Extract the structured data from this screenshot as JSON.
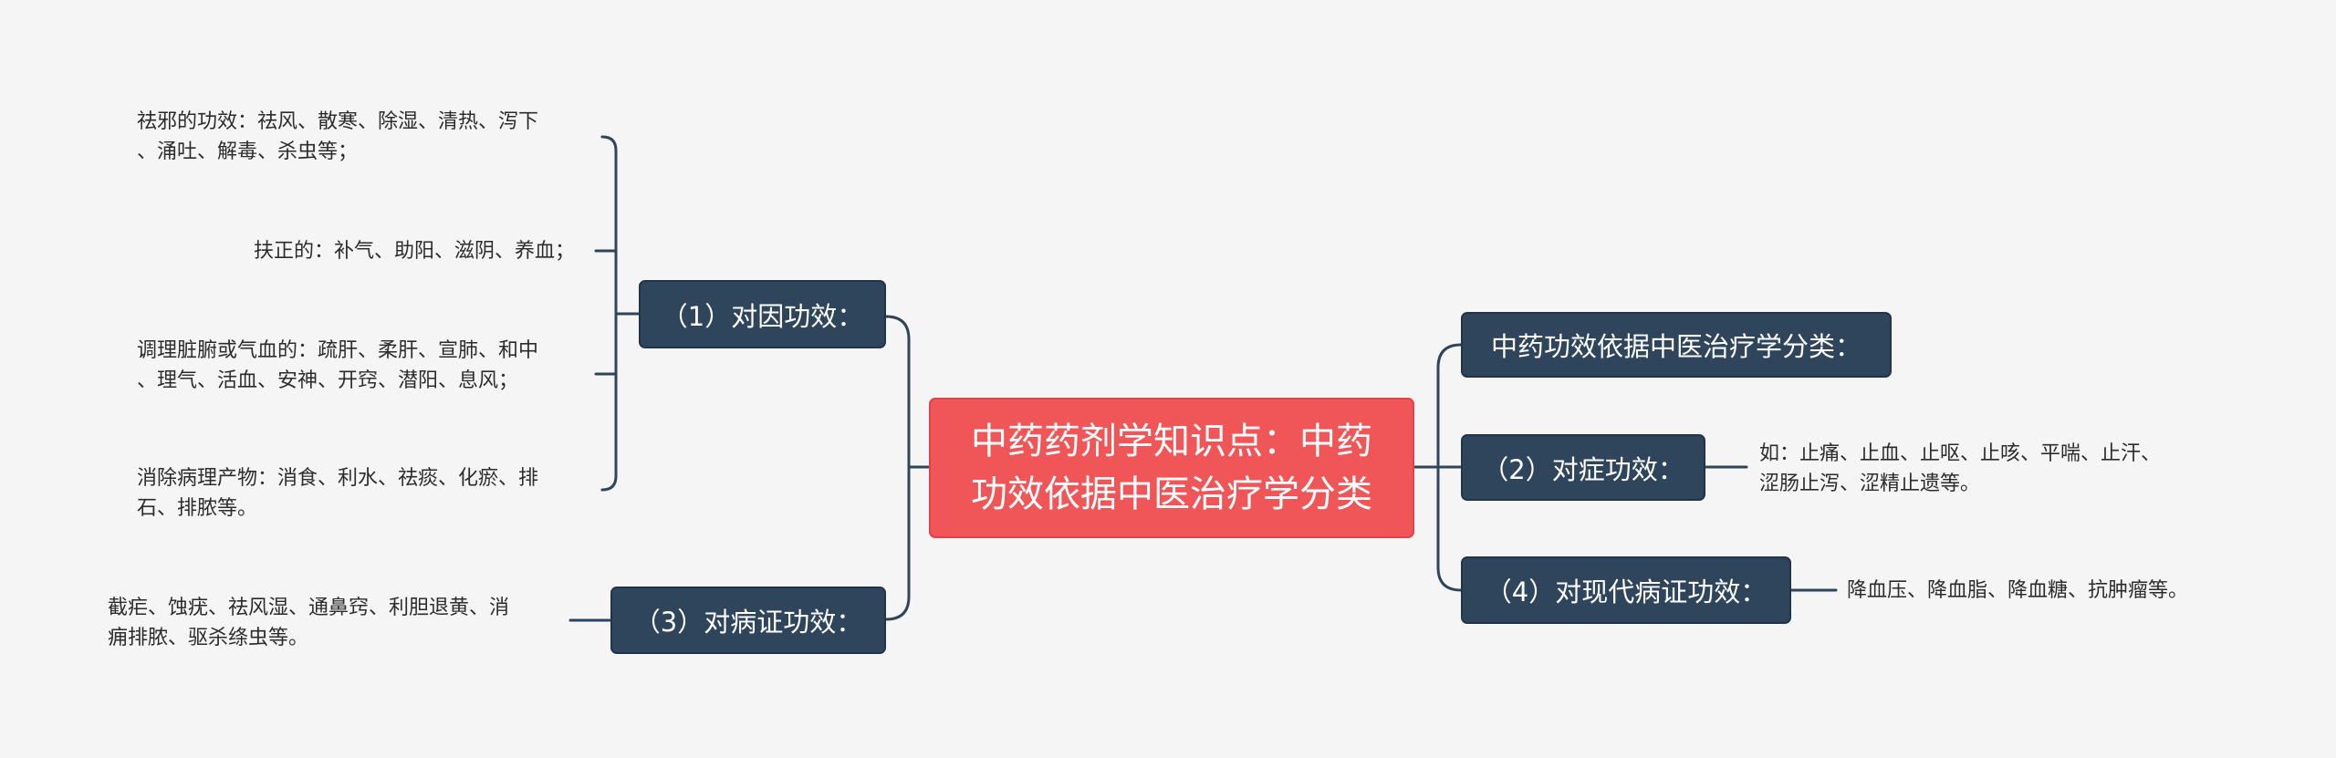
{
  "root": {
    "line1": "中药药剂学知识点：中药",
    "line2": "功效依据中医治疗学分类"
  },
  "branches": {
    "b1": "（1）对因功效：",
    "b3": "（3）对病证功效：",
    "top": "中药功效依据中医治疗学分类：",
    "b2": "（2）对症功效：",
    "b4": "（4）对现代病证功效："
  },
  "leaves": {
    "l1": {
      "line1": "祛邪的功效：祛风、散寒、除湿、清热、泻下",
      "line2": "、涌吐、解毒、杀虫等；"
    },
    "l2": {
      "line1": "扶正的：补气、助阳、滋阴、养血；"
    },
    "l3": {
      "line1": "调理脏腑或气血的：疏肝、柔肝、宣肺、和中",
      "line2": "、理气、活血、安神、开窍、潜阳、息风；"
    },
    "l4": {
      "line1": "消除病理产物：消食、利水、祛痰、化瘀、排",
      "line2": "石、排脓等。"
    },
    "l5": {
      "line1": "截疟、蚀疣、祛风湿、通鼻窍、利胆退黄、消",
      "line2": "痈排脓、驱杀绦虫等。"
    },
    "r2": {
      "line1": "如：止痛、止血、止呕、止咳、平喘、止汗、",
      "line2": "涩肠止泻、涩精止遗等。"
    },
    "r4": {
      "line1": "降血压、降血脂、降血糖、抗肿瘤等。"
    }
  },
  "colors": {
    "background": "#f5f5f6",
    "root_fill": "#f05657",
    "branch_fill": "#2f455c",
    "connector": "#2f455c",
    "leaf_text": "#2c2c2c"
  }
}
